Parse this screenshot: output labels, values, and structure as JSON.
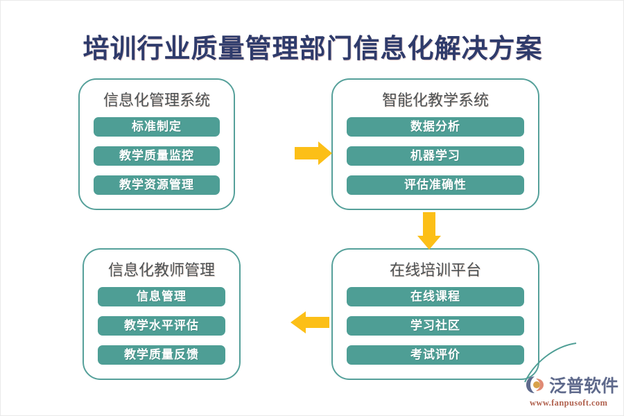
{
  "page": {
    "title": "培训行业质量管理部门信息化解决方案",
    "background_color": "#ffffff",
    "title_color": "#2f3b6b",
    "accent_teal": "#4e9e95",
    "accent_amber": "#fcbf17",
    "border_teal": "#55a09a"
  },
  "boxes": [
    {
      "id": "box-0",
      "title": "信息化管理系统",
      "items": [
        "标准制定",
        "教学质量监控",
        "教学资源管理"
      ]
    },
    {
      "id": "box-1",
      "title": "智能化教学系统",
      "items": [
        "数据分析",
        "机器学习",
        "评估准确性"
      ]
    },
    {
      "id": "box-2",
      "title": "信息化教师管理",
      "items": [
        "信息管理",
        "教学水平评估",
        "教学质量反馈"
      ]
    },
    {
      "id": "box-3",
      "title": "在线培训平台",
      "items": [
        "在线课程",
        "学习社区",
        "考试评价"
      ]
    }
  ],
  "arrows": [
    {
      "name": "arrow-right",
      "direction": "right",
      "from": "信息化管理系统",
      "to": "智能化教学系统",
      "color": "#fcbf17"
    },
    {
      "name": "arrow-down",
      "direction": "down",
      "from": "智能化教学系统",
      "to": "在线培训平台",
      "color": "#fcbf17"
    },
    {
      "name": "arrow-left",
      "direction": "left",
      "from": "在线培训平台",
      "to": "信息化教师管理",
      "color": "#fcbf17"
    }
  ],
  "logo": {
    "name": "泛普软件",
    "url": "www.fanpusoft.com",
    "mark_colors": [
      "#e08a74",
      "#5f6a8c",
      "#d8a24a"
    ]
  }
}
